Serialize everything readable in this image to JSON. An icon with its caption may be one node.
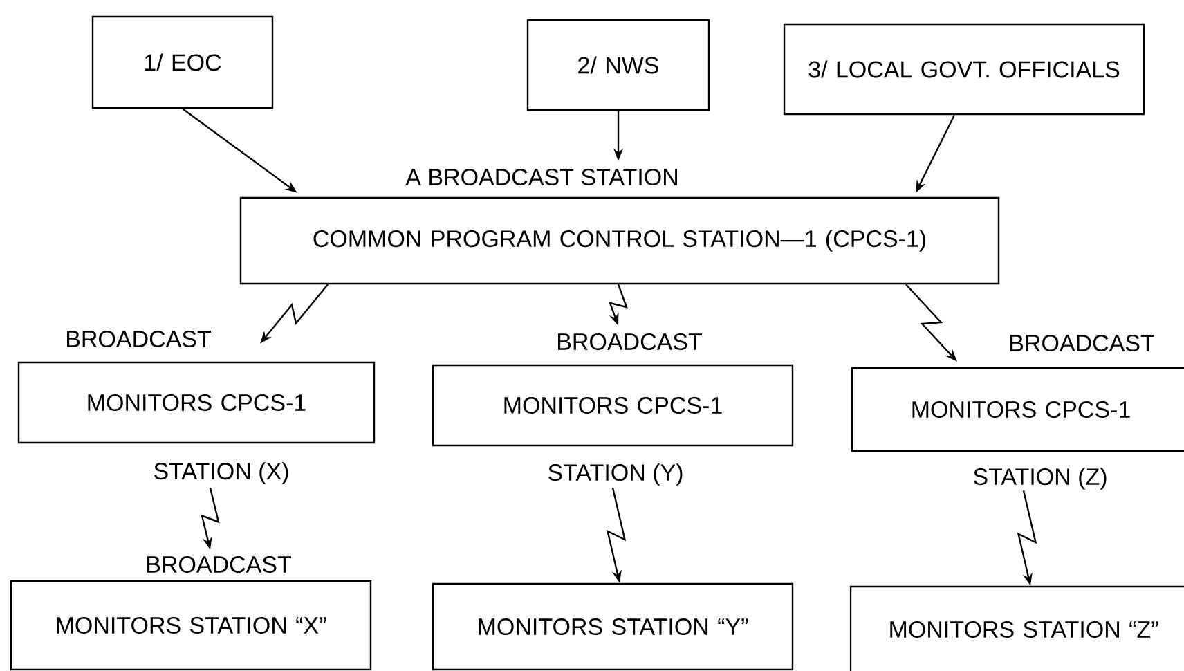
{
  "diagram": {
    "nodes": [
      {
        "text": [
          "1/ EOC"
        ]
      },
      {
        "text": [
          "2/ NWS"
        ]
      },
      {
        "text": [
          "3/ LOCAL GOVT. OFFICIALS"
        ]
      },
      {
        "text": [
          "A BROADCAST STATION",
          "COMMON PROGRAM CONTROL STATION—1 (CPCS-1)"
        ]
      },
      {
        "text": [
          "BROADCAST",
          "MONITORS CPCS-1"
        ],
        "beside": [
          "STATION (X)"
        ]
      },
      {
        "text": [
          "BROADCAST",
          "MONITORS CPCS-1"
        ],
        "beside": [
          "STATION (Y)"
        ]
      },
      {
        "text": [
          "BROADCAST",
          "MONITORS CPCS-1"
        ],
        "beside": [
          "STATION (Z)"
        ]
      },
      {
        "text": [
          "BROADCAST",
          "MONITORS STATION “X”"
        ]
      },
      {
        "text": [
          "MONITORS STATION “Y”"
        ]
      },
      {
        "text": [
          "MONITORS STATION “Z”"
        ]
      }
    ],
    "edges": [
      {
        "from": 0,
        "to": 3,
        "arrow": "to"
      },
      {
        "from": 1,
        "to": 3,
        "arrow": "to"
      },
      {
        "from": 2,
        "to": 3,
        "arrow": "to"
      },
      {
        "from": 3,
        "to": 4,
        "arrow": "to"
      },
      {
        "from": 3,
        "to": 5,
        "arrow": "to"
      },
      {
        "from": 3,
        "to": 6,
        "arrow": "to"
      },
      {
        "from": 4,
        "to": 7,
        "arrow": "to"
      },
      {
        "from": 5,
        "to": 8,
        "arrow": "to"
      },
      {
        "from": 6,
        "to": 9,
        "arrow": "to"
      }
    ]
  }
}
